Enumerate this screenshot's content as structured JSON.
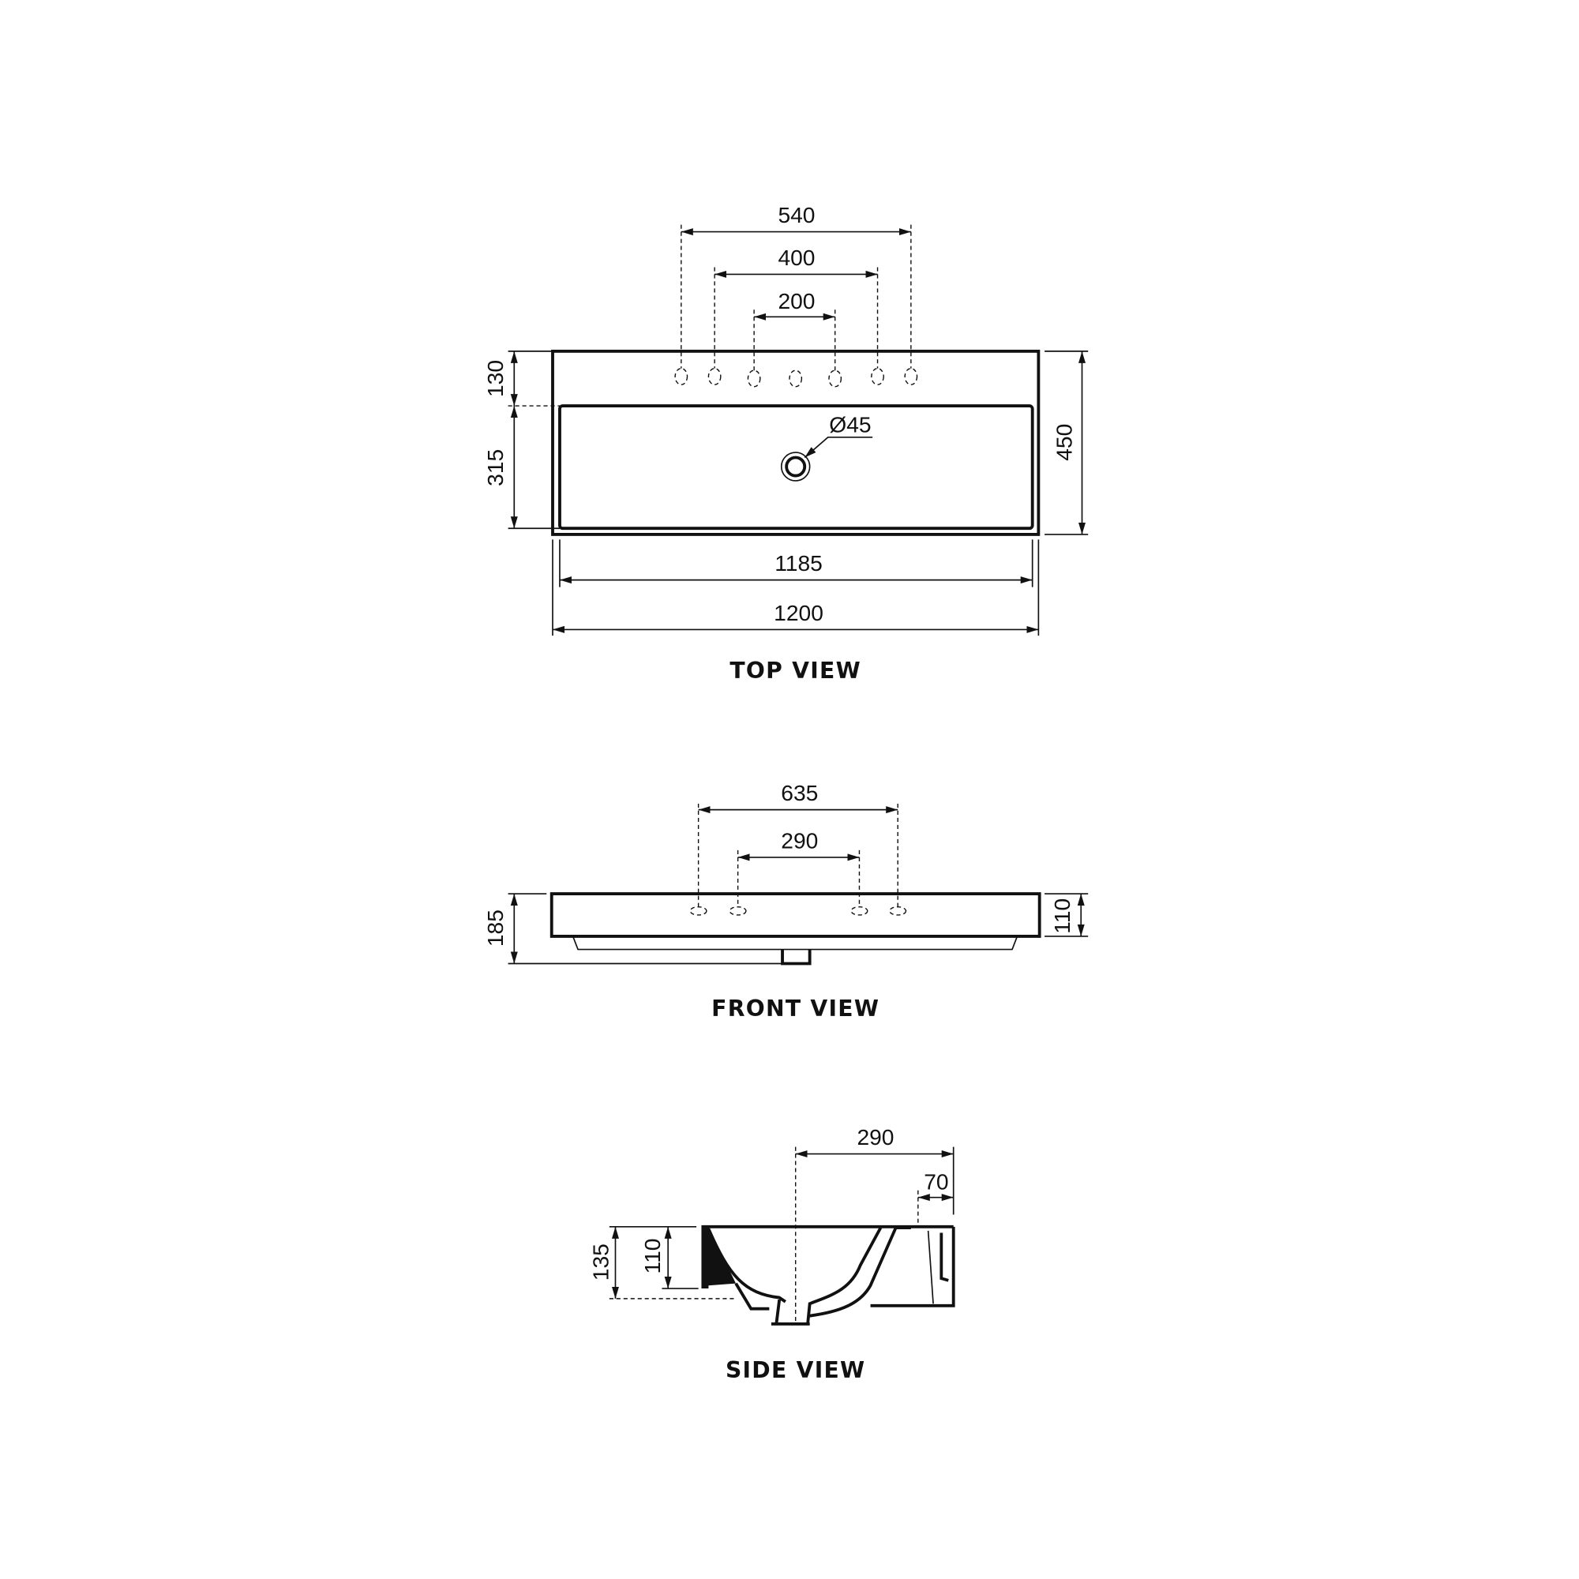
{
  "top_view": {
    "title": "TOP VIEW",
    "dims": {
      "hole_span_outer": "540",
      "hole_span_middle": "400",
      "hole_span_inner": "200",
      "deck_depth": "130",
      "basin_depth": "315",
      "overall_depth": "450",
      "basin_width": "1185",
      "overall_width": "1200",
      "drain_diameter": "Ø45"
    }
  },
  "front_view": {
    "title": "FRONT VIEW",
    "dims": {
      "hole_span_outer": "635",
      "hole_span_inner": "290",
      "overall_height": "185",
      "rim_height": "110"
    }
  },
  "side_view": {
    "title": "SIDE VIEW",
    "dims": {
      "drain_to_back": "290",
      "hole_to_back": "70",
      "bowl_height": "135",
      "inner_height": "110"
    }
  }
}
